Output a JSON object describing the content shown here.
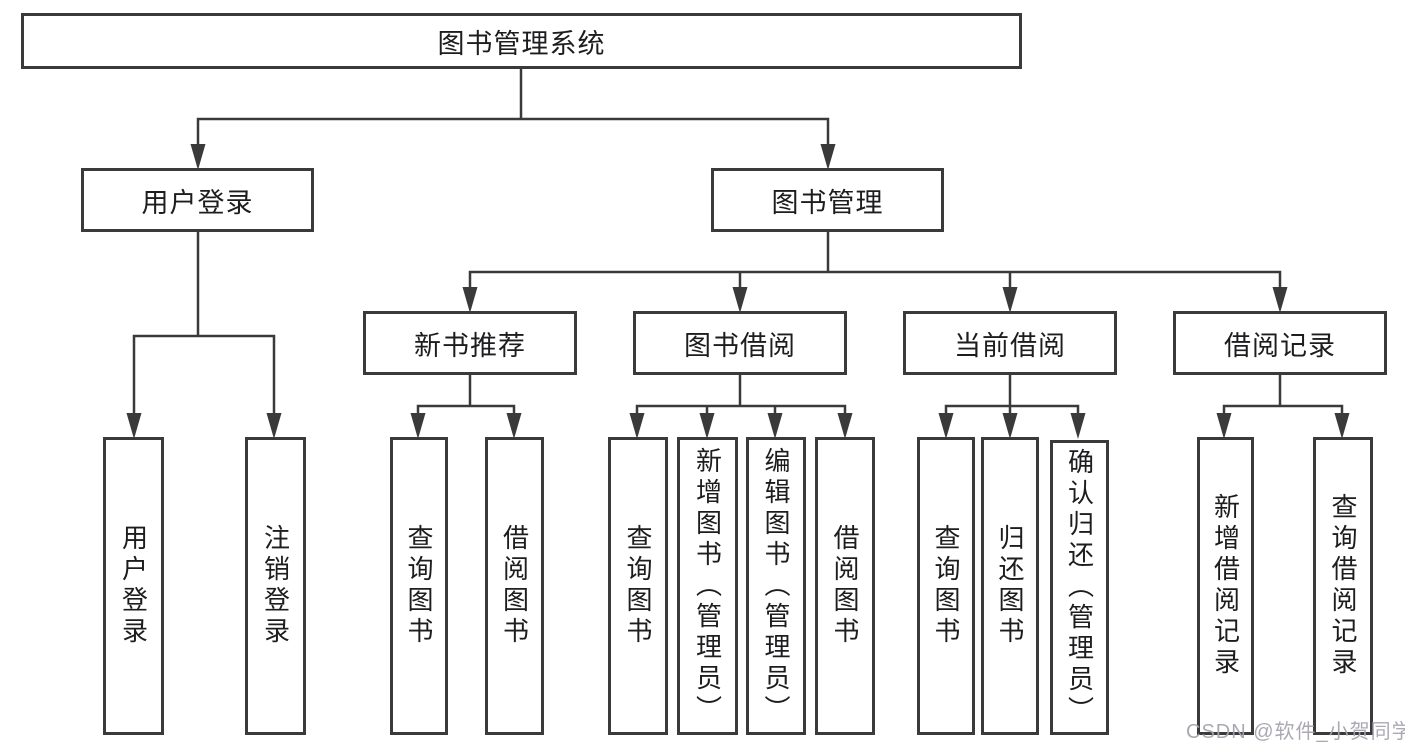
{
  "tree": {
    "root": "图书管理系统",
    "branches": [
      {
        "label": "用户登录",
        "children": [
          "用户登录",
          "注销登录"
        ]
      },
      {
        "label": "图书管理",
        "children": [
          {
            "label": "新书推荐",
            "children": [
              "查询图书",
              "借阅图书"
            ]
          },
          {
            "label": "图书借阅",
            "children": [
              "查询图书",
              "新增图书（管理员）",
              "编辑图书（管理员）",
              "借阅图书"
            ]
          },
          {
            "label": "当前借阅",
            "children": [
              "查询图书",
              "归还图书",
              "确认归还（管理员）"
            ]
          },
          {
            "label": "借阅记录",
            "children": [
              "新增借阅记录",
              "查询借阅记录"
            ]
          }
        ]
      }
    ]
  },
  "watermark": "CSDN @软件_小贺同学",
  "colors": {
    "line": "#3a3a3a",
    "text": "#1d1d1f",
    "watermark_text": "#a8a3af"
  }
}
